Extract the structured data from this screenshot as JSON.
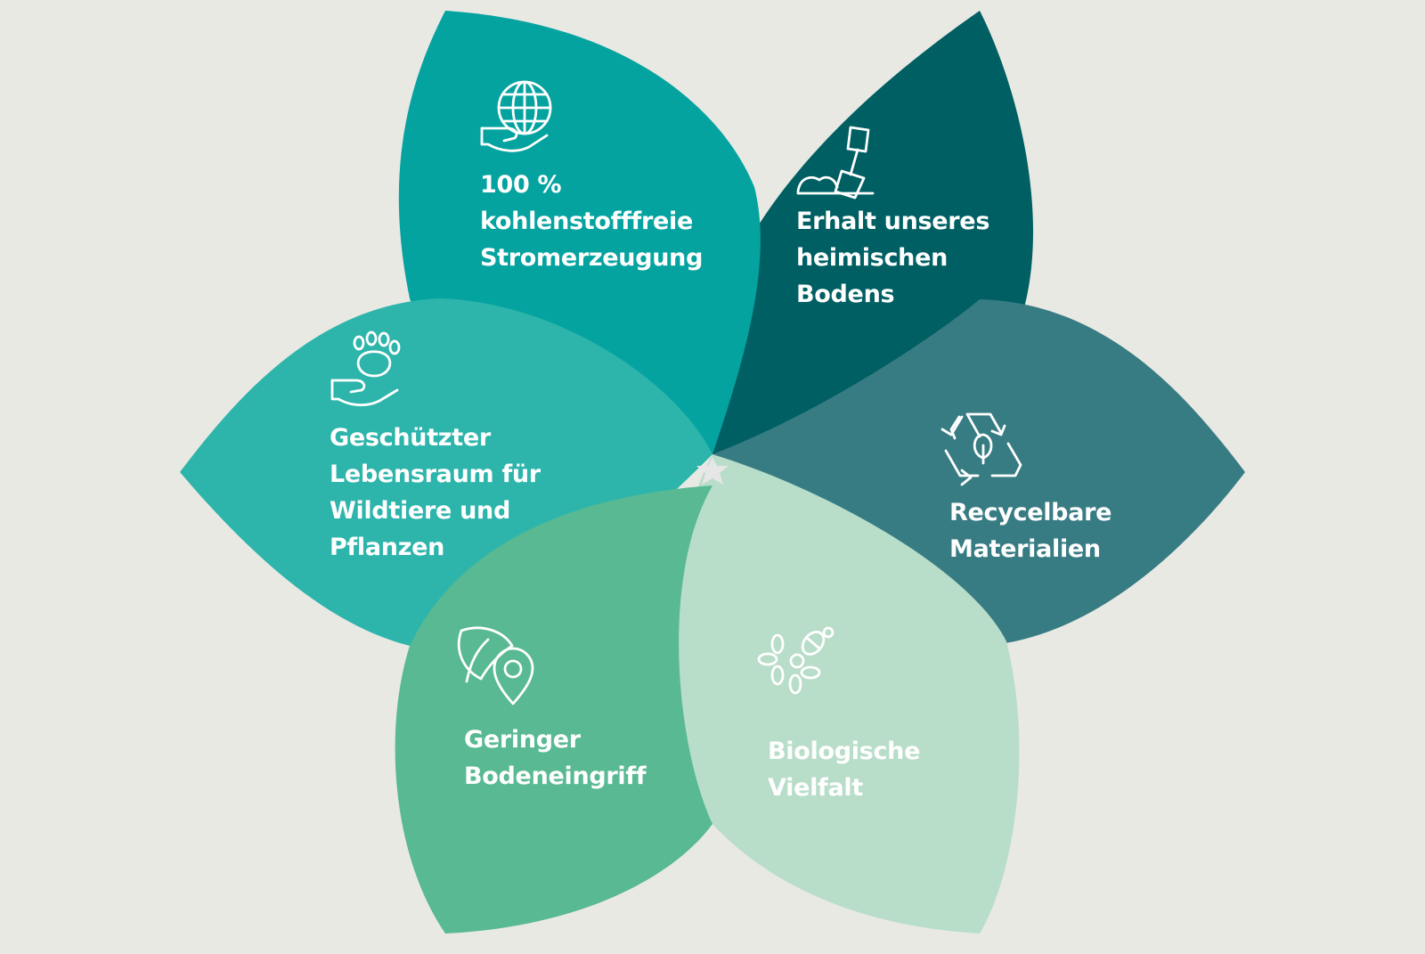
{
  "petals": [
    {
      "id": "carbon-free",
      "icon": "globe-in-hand-icon",
      "color": "#05a3a0",
      "lines": [
        "100 %",
        "kohlenstofffreie",
        "Stromerzeugung"
      ]
    },
    {
      "id": "soil",
      "icon": "shovel-icon",
      "color": "#005f63",
      "lines": [
        "Erhalt unseres",
        "heimischen",
        "Bodens"
      ]
    },
    {
      "id": "recycling",
      "icon": "recycle-leaf-icon",
      "color": "#387c83",
      "lines": [
        "Recycelbare",
        "Materialien"
      ]
    },
    {
      "id": "habitat",
      "icon": "paw-in-hand-icon",
      "color": "#2db5ab",
      "lines": [
        "Geschützter",
        "Lebensraum für",
        "Wildtiere und",
        "Pflanzen"
      ]
    },
    {
      "id": "low-impact",
      "icon": "leaf-location-pin-icon",
      "color": "#58b992",
      "lines": [
        "Geringer",
        "Bodeneingriff"
      ]
    },
    {
      "id": "biodiversity",
      "icon": "bee-flower-icon",
      "color": "#b8ddc9",
      "lines": [
        "Biologische",
        "Vielfalt"
      ]
    }
  ],
  "colors": {
    "background": "#e9e9e4",
    "text": "#ffffff",
    "center_star": "#e6e6e6"
  }
}
